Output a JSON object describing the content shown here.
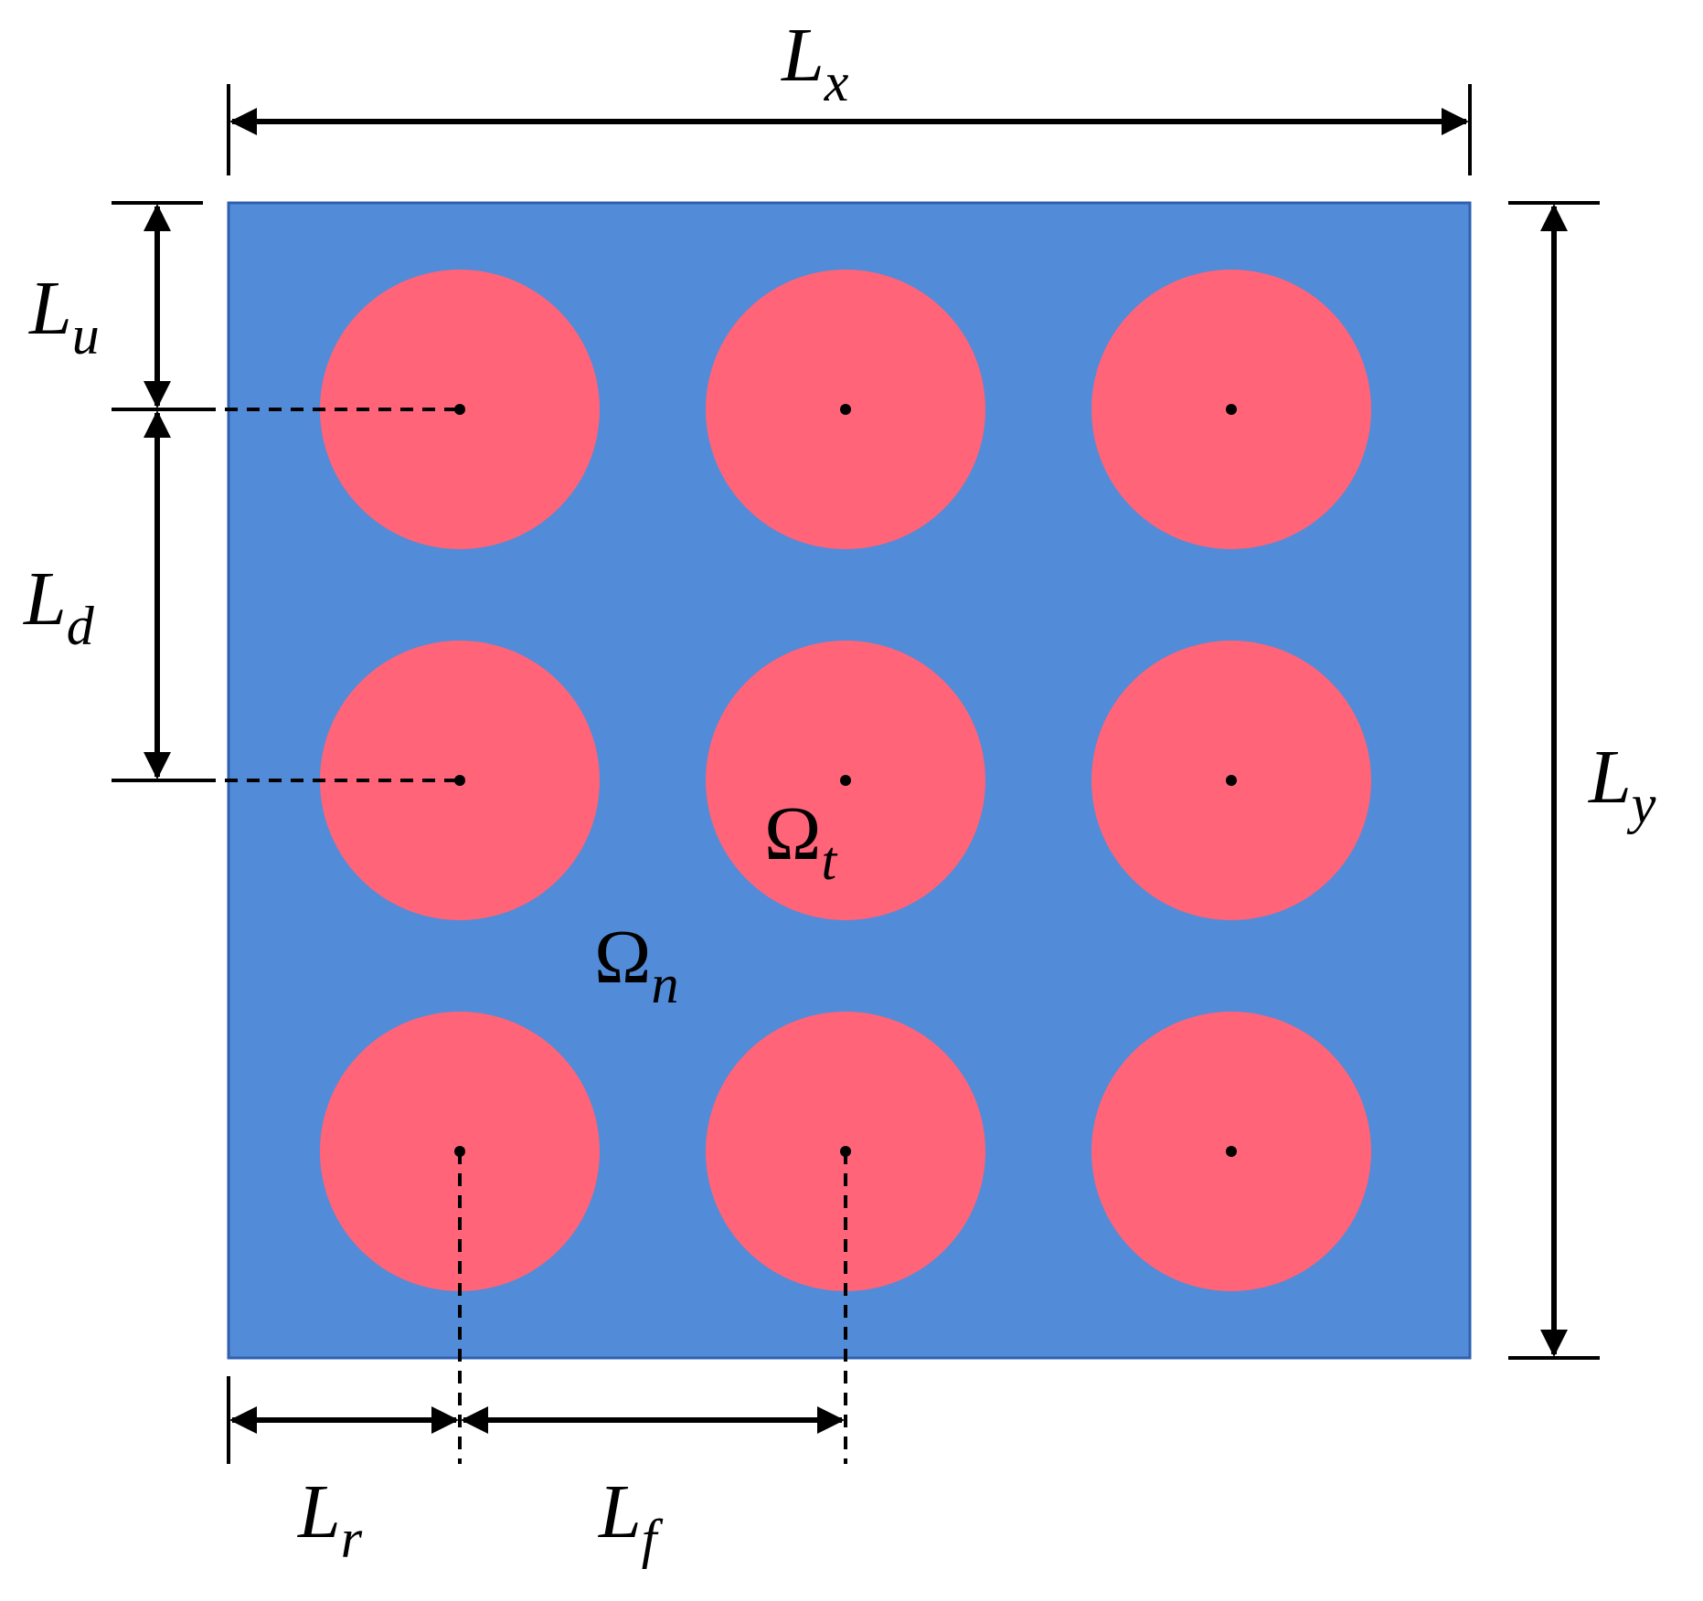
{
  "colors": {
    "domain": "#528bd8",
    "domain_border": "#2f60b0",
    "inclusion": "#ff6479",
    "line": "#000000",
    "background": "#ffffff"
  },
  "inclusions": {
    "rows": 3,
    "cols": 3
  },
  "labels": {
    "Lx": {
      "main": "L",
      "sub": "x"
    },
    "Ly": {
      "main": "L",
      "sub": "y"
    },
    "Lu": {
      "main": "L",
      "sub": "u"
    },
    "Ld": {
      "main": "L",
      "sub": "d"
    },
    "Lr": {
      "main": "L",
      "sub": "r"
    },
    "Lf": {
      "main": "L",
      "sub": "f"
    },
    "omega_t": {
      "main": "Ω",
      "sub": "t"
    },
    "omega_n": {
      "main": "Ω",
      "sub": "n"
    }
  }
}
